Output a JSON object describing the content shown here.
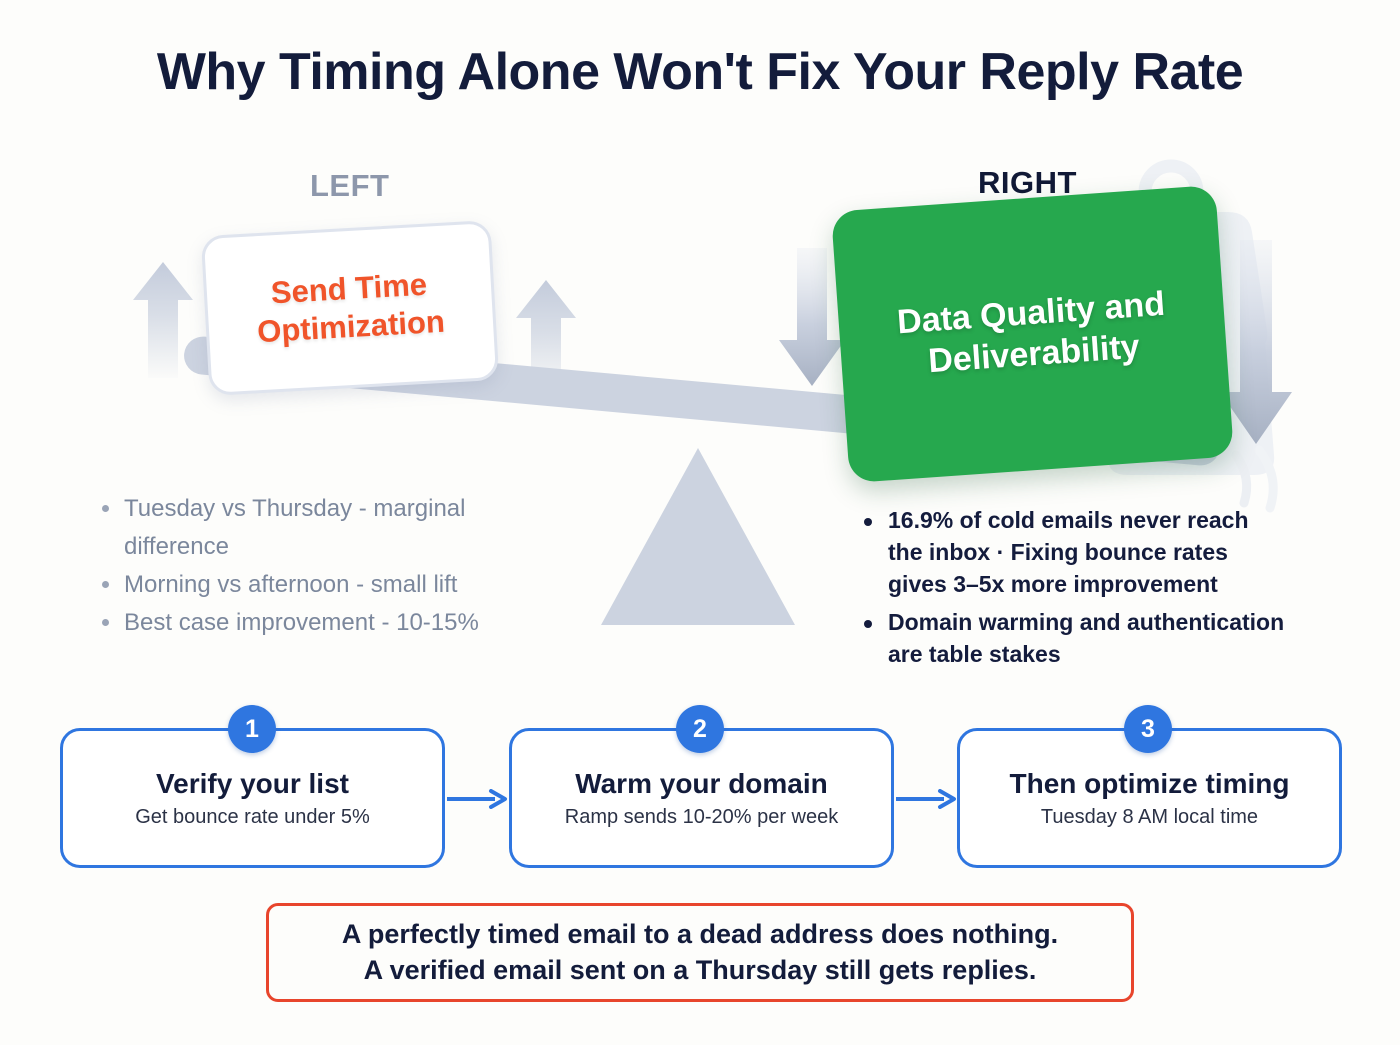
{
  "title": "Why Timing Alone Won't Fix Your Reply Rate",
  "colors": {
    "background": "#fdfdfb",
    "navy": "#131c3b",
    "orange": "#f0542a",
    "green": "#26a84e",
    "blue": "#2f76e0",
    "red": "#e8452c",
    "muted": "#7b879c",
    "scale_gray": "#ccd3e0"
  },
  "scale": {
    "left": {
      "label": "LEFT",
      "card_text_line1": "Send Time",
      "card_text_line2": "Optimization",
      "bullets": [
        "Tuesday vs Thursday - marginal difference",
        "Morning vs afternoon - small lift",
        "Best case improvement - 10-15%"
      ]
    },
    "right": {
      "label": "RIGHT",
      "card_text_line1": "Data Quality and",
      "card_text_line2": "Deliverability",
      "bullets": [
        "16.9% of cold emails never reach the inbox · Fixing bounce rates gives 3–5x more improvement",
        "Domain warming and authentication are table stakes"
      ]
    }
  },
  "steps": [
    {
      "number": "1",
      "title": "Verify your list",
      "subtitle": "Get bounce rate under 5%"
    },
    {
      "number": "2",
      "title": "Warm your domain",
      "subtitle": "Ramp sends 10-20% per week"
    },
    {
      "number": "3",
      "title": "Then optimize timing",
      "subtitle": "Tuesday 8 AM local time"
    }
  ],
  "callout": {
    "line1": "A perfectly timed email to a dead address does nothing.",
    "line2": "A verified email sent on a Thursday still gets replies."
  }
}
